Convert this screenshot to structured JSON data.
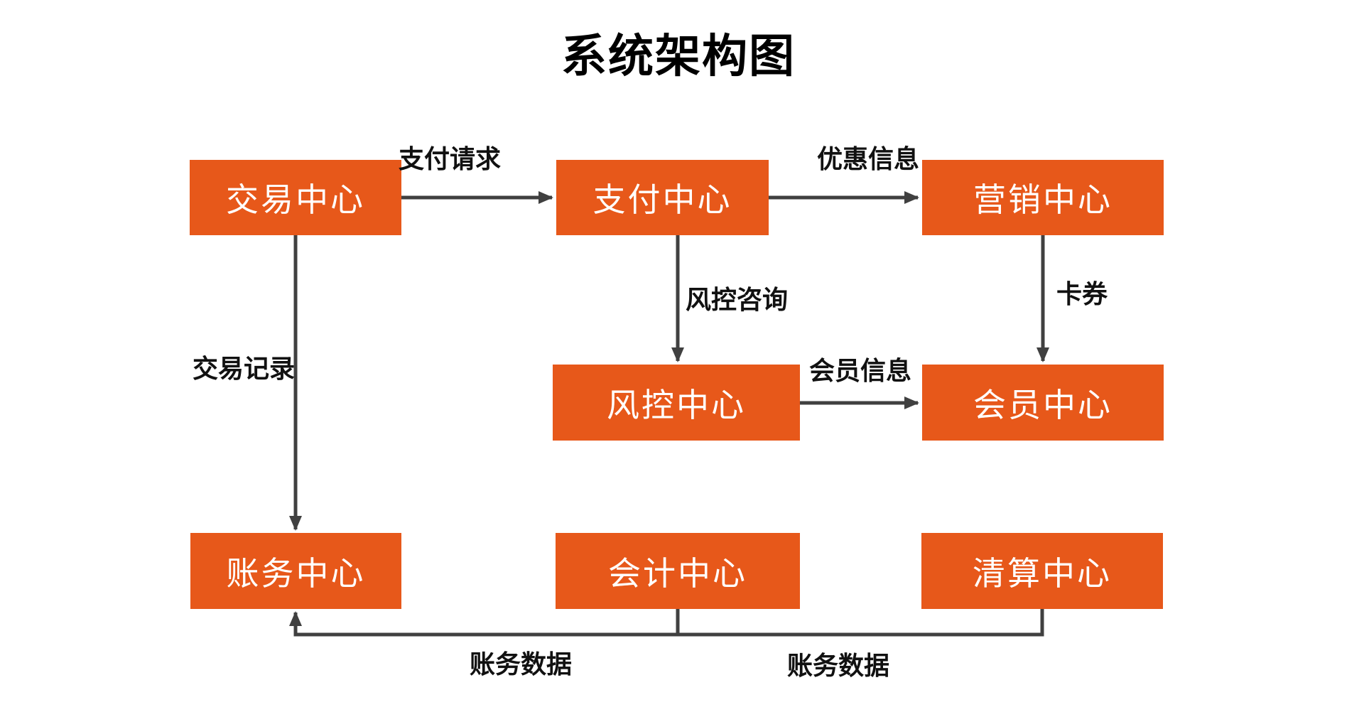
{
  "title": "系统架构图",
  "colors": {
    "background": "#FFFFFF",
    "node_fill": "#E7581A",
    "node_text": "#FFFFFF",
    "edge": "#404040",
    "label_text": "#111111"
  },
  "nodes": [
    {
      "id": "trade",
      "label": "交易中心"
    },
    {
      "id": "payment",
      "label": "支付中心"
    },
    {
      "id": "marketing",
      "label": "营销中心"
    },
    {
      "id": "risk",
      "label": "风控中心"
    },
    {
      "id": "member",
      "label": "会员中心"
    },
    {
      "id": "account",
      "label": "账务中心"
    },
    {
      "id": "accounting",
      "label": "会计中心"
    },
    {
      "id": "clearing",
      "label": "清算中心"
    }
  ],
  "edges": [
    {
      "from": "交易中心",
      "to": "支付中心",
      "label": "支付请求"
    },
    {
      "from": "支付中心",
      "to": "营销中心",
      "label": "优惠信息"
    },
    {
      "from": "支付中心",
      "to": "风控中心",
      "label": "风控咨询"
    },
    {
      "from": "营销中心",
      "to": "会员中心",
      "label": "卡券"
    },
    {
      "from": "风控中心",
      "to": "会员中心",
      "label": "会员信息"
    },
    {
      "from": "交易中心",
      "to": "账务中心",
      "label": "交易记录"
    },
    {
      "from": "会计中心",
      "to": "账务中心",
      "label": "账务数据"
    },
    {
      "from": "清算中心",
      "to": "账务中心",
      "label": "账务数据"
    }
  ]
}
